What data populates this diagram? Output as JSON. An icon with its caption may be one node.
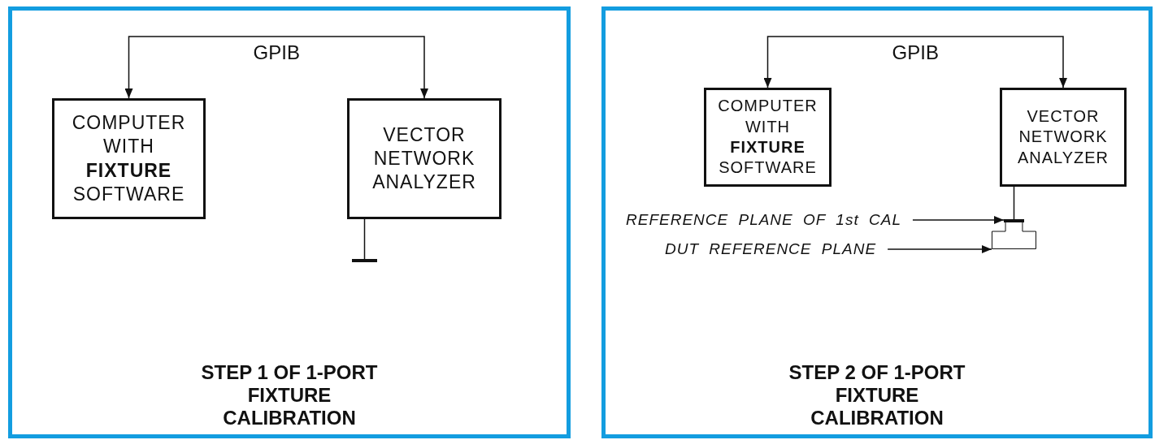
{
  "diagram": {
    "nodes": [
      {
        "text": [
          "STEP 1 OF 1-PORT FIXTURE CALIBRATION"
        ]
      },
      {
        "text": [
          "COMPUTER WITH **FIXTURE** SOFTWARE"
        ],
        "in": 0
      },
      {
        "text": [
          "VECTOR NETWORK ANALYZER"
        ],
        "in": 0
      },
      {
        "text": [],
        "shape": "bar",
        "in": 0
      },
      {
        "text": [
          "STEP 2 OF 1-PORT FIXTURE CALIBRATION"
        ]
      },
      {
        "text": [
          "COMPUTER WITH **FIXTURE** SOFTWARE"
        ],
        "in": 4
      },
      {
        "text": [
          "VECTOR NETWORK ANALYZER"
        ],
        "in": 4
      },
      {
        "text": [
          "REFERENCE PLANE OF 1st CAL"
        ],
        "in": 4
      },
      {
        "text": [],
        "shape": "bar",
        "in": 4
      },
      {
        "text": [
          "DUT REFERENCE PLANE"
        ],
        "in": 4
      },
      {
        "text": [],
        "shape": "box",
        "in": 4
      }
    ],
    "edges": [
      {
        "from": 1,
        "to": 2,
        "arrow": "both",
        "label": "GPIB"
      },
      {
        "from": 2,
        "to": 3,
        "arrow": "none"
      },
      {
        "from": 5,
        "to": 6,
        "arrow": "both",
        "label": "GPIB"
      },
      {
        "from": 6,
        "to": 8,
        "arrow": "none"
      },
      {
        "from": 7,
        "to": 8,
        "arrow": "to"
      },
      {
        "from": 9,
        "to": 10,
        "arrow": "to"
      }
    ]
  }
}
